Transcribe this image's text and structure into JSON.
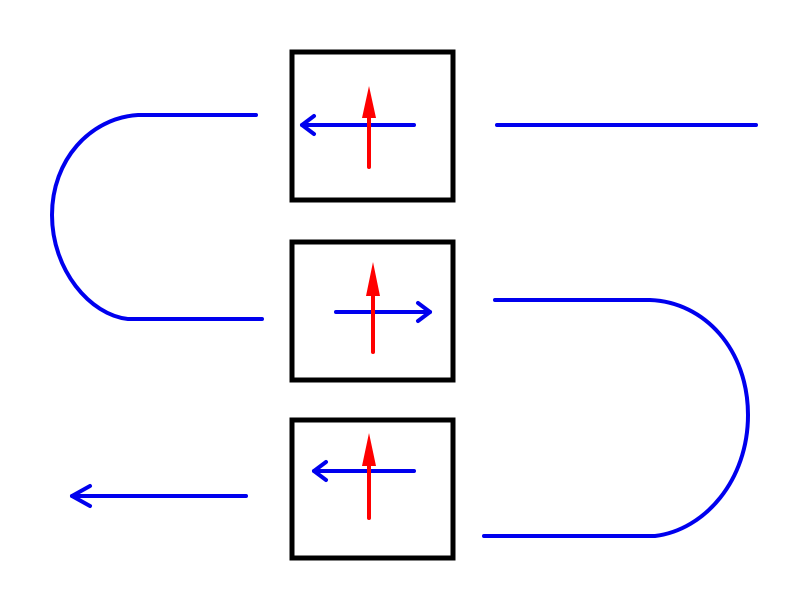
{
  "colors": {
    "background": "#ffffff",
    "box_border": "#000000",
    "blue": "#0000ee",
    "red": "#ff0000"
  },
  "boxes": [
    {
      "id": "top",
      "blue_arrow": "left",
      "red_arrow": "up"
    },
    {
      "id": "middle",
      "blue_arrow": "right",
      "red_arrow": "up"
    },
    {
      "id": "bottom",
      "blue_arrow": "left",
      "red_arrow": "up"
    }
  ],
  "connectors": [
    {
      "id": "top-right-lead",
      "shape": "straight line"
    },
    {
      "id": "left-loop",
      "shape": "U-turn",
      "joins": [
        "top",
        "middle"
      ]
    },
    {
      "id": "right-loop",
      "shape": "U-turn",
      "joins": [
        "middle",
        "bottom"
      ]
    },
    {
      "id": "bottom-left-exit",
      "shape": "arrow",
      "direction": "left"
    }
  ]
}
